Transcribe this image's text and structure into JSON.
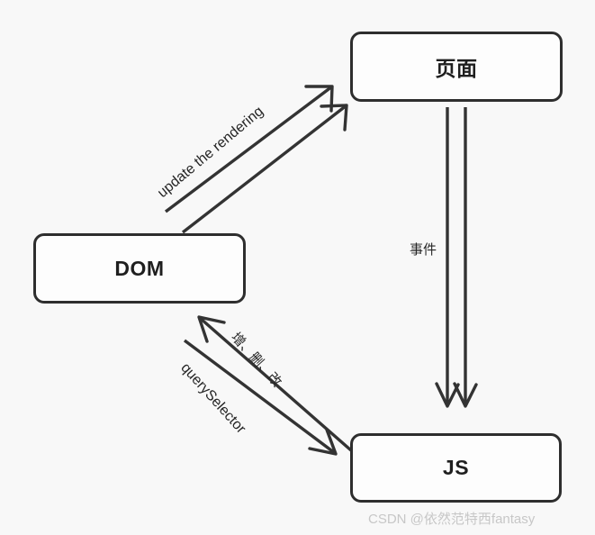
{
  "diagram": {
    "title": "DOM / Page / JS interaction diagram",
    "background_color": "#f8f8f8",
    "stroke_color": "#333333",
    "nodes": [
      {
        "id": "page",
        "label": "页面"
      },
      {
        "id": "dom",
        "label": "DOM"
      },
      {
        "id": "js",
        "label": "JS"
      }
    ],
    "edges": [
      {
        "id": "dom-to-page",
        "label": "update the rendering",
        "from": "DOM",
        "to": "页面",
        "style": "double-line",
        "direction": "up-right"
      },
      {
        "id": "page-to-js",
        "label": "事件",
        "from": "页面",
        "to": "JS",
        "style": "double-line",
        "direction": "down"
      },
      {
        "id": "js-to-dom",
        "label": "增、删、改",
        "from": "JS",
        "to": "DOM",
        "style": "single-line",
        "direction": "up-left"
      },
      {
        "id": "dom-to-js",
        "label": "querySelector",
        "from": "DOM",
        "to": "JS",
        "style": "single-line",
        "direction": "down-right"
      }
    ]
  },
  "watermark": {
    "text": "CSDN @依然范特西fantasy",
    "color": "#c7c7c7"
  }
}
